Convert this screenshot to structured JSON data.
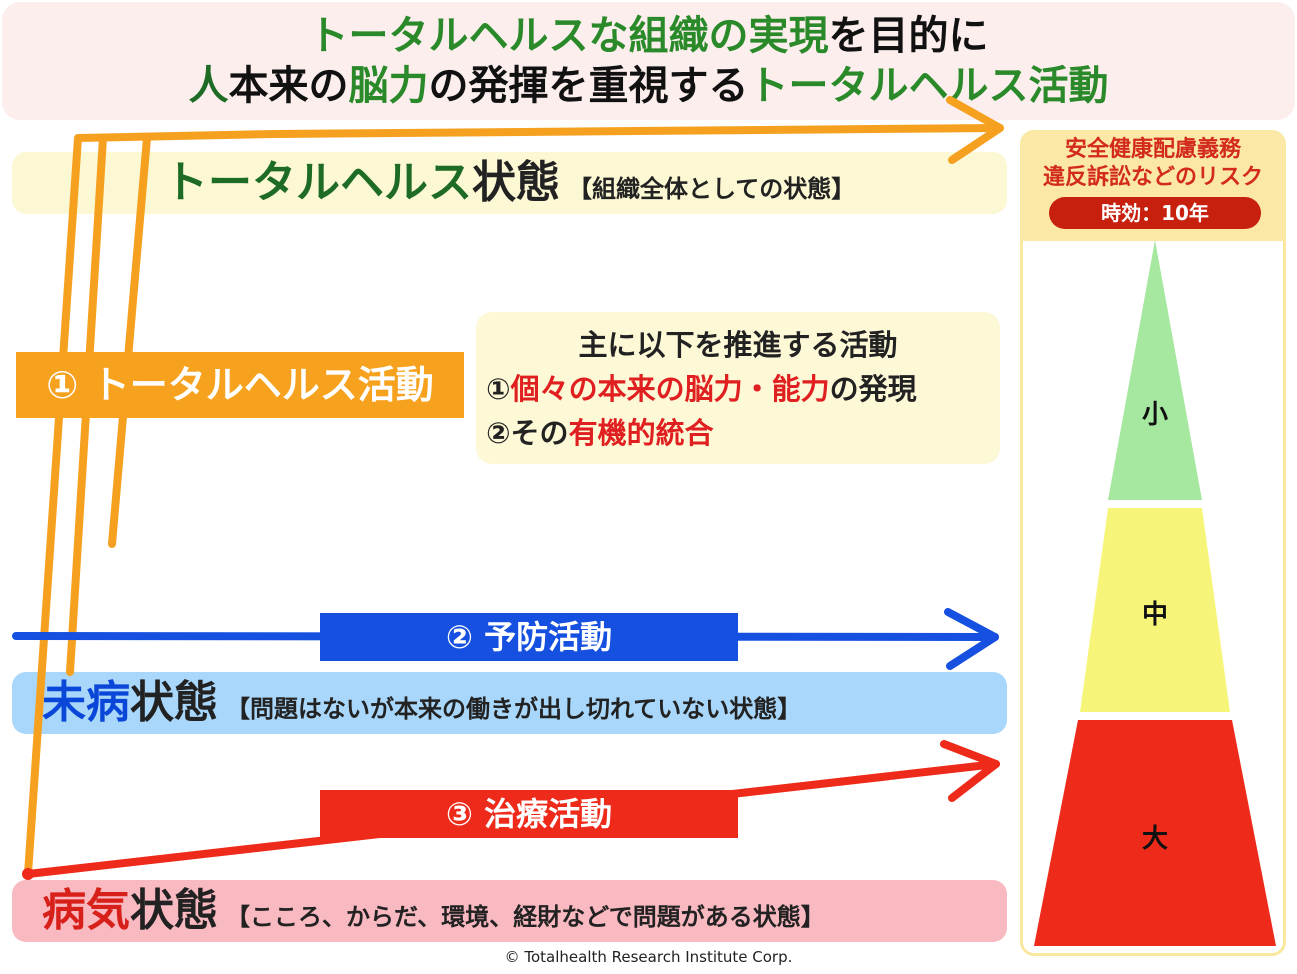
{
  "title": {
    "line1": [
      {
        "text": "トータルヘルスな組織の実現",
        "tone": "g"
      },
      {
        "text": "を目的に",
        "tone": "n"
      }
    ],
    "line2": [
      {
        "text": "人",
        "tone": "dg"
      },
      {
        "text": "本来の",
        "tone": "n"
      },
      {
        "text": "脳力",
        "tone": "g"
      },
      {
        "text": "の発揮を重視する",
        "tone": "n"
      },
      {
        "text": "トータルヘルス活動",
        "tone": "g"
      }
    ]
  },
  "states": {
    "total_health": {
      "title": "トータルヘルス",
      "suffix": "状態",
      "note": "【組織全体としての状態】"
    },
    "mibyou": {
      "title": "未病",
      "suffix": "状態",
      "note": "【問題はないが本来の働きが出し切れていない状態】"
    },
    "byouki": {
      "title": "病気",
      "suffix": "状態",
      "note": "【こころ、からだ、環境、経財などで問題がある状態】"
    }
  },
  "activities": {
    "total_health": "① トータルヘルス活動",
    "prevention": "② 予防活動",
    "treatment": "③ 治療活動"
  },
  "info_box": {
    "heading": "主に以下を推進する活動",
    "item1_prefix": "①",
    "item1_red": "個々の本来の脳力・能力",
    "item1_suffix": "の発現",
    "item2_prefix": "②その",
    "item2_red": "有機的統合"
  },
  "risk": {
    "line1": "安全健康配慮義務",
    "line2": "違反訴訟などのリスク",
    "statute": "時効：10年",
    "tiers": [
      "小",
      "中",
      "大"
    ]
  },
  "copyright": "© Totalhealth Research Institute Corp.",
  "colors": {
    "orange": "#f5a11f",
    "blue": "#1550e0",
    "red": "#ee2a1a",
    "green_text": "#2a8a2a",
    "tier_small": "#a6e8a0",
    "tier_mid": "#f6f57a",
    "tier_large": "#ee2a1a"
  }
}
